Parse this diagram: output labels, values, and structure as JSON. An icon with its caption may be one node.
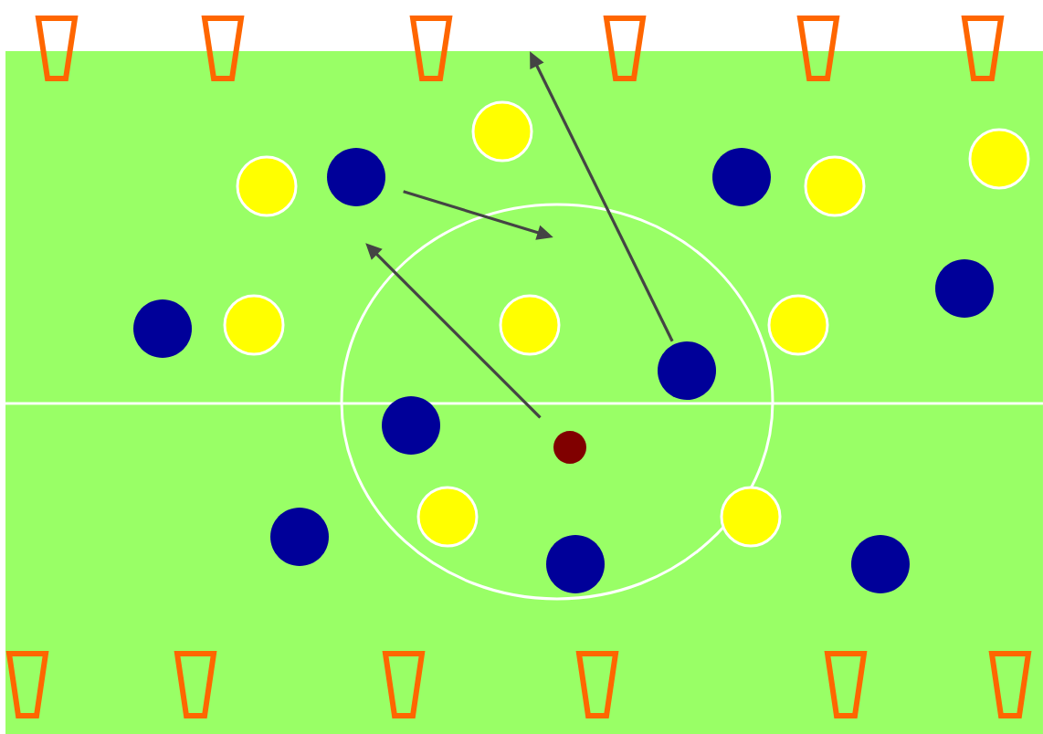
{
  "diagram": {
    "nodes": [
      {
        "text": [],
        "shape": "circle"
      },
      {
        "text": [],
        "shape": "circle"
      },
      {
        "text": [],
        "shape": "circle"
      },
      {
        "text": [],
        "shape": "circle"
      },
      {
        "text": [],
        "shape": "circle"
      },
      {
        "text": [],
        "shape": "circle"
      },
      {
        "text": [],
        "shape": "circle"
      },
      {
        "text": [],
        "shape": "circle"
      },
      {
        "text": [],
        "shape": "circle"
      },
      {
        "text": [],
        "shape": "circle"
      },
      {
        "text": [],
        "shape": "circle"
      },
      {
        "text": [],
        "shape": "circle"
      },
      {
        "text": [],
        "shape": "circle"
      },
      {
        "text": [],
        "shape": "circle"
      },
      {
        "text": [],
        "shape": "circle"
      },
      {
        "text": [],
        "shape": "circle"
      },
      {
        "text": [],
        "shape": "circle"
      },
      {
        "text": [],
        "shape": "circle"
      },
      {
        "text": [],
        "shape": "circle"
      }
    ],
    "edges": [
      {
        "from": 13,
        "to": null,
        "arrow": "to"
      },
      {
        "from": 11,
        "to": null,
        "arrow": "to"
      },
      {
        "from": 2,
        "to": null,
        "arrow": "to"
      }
    ]
  }
}
